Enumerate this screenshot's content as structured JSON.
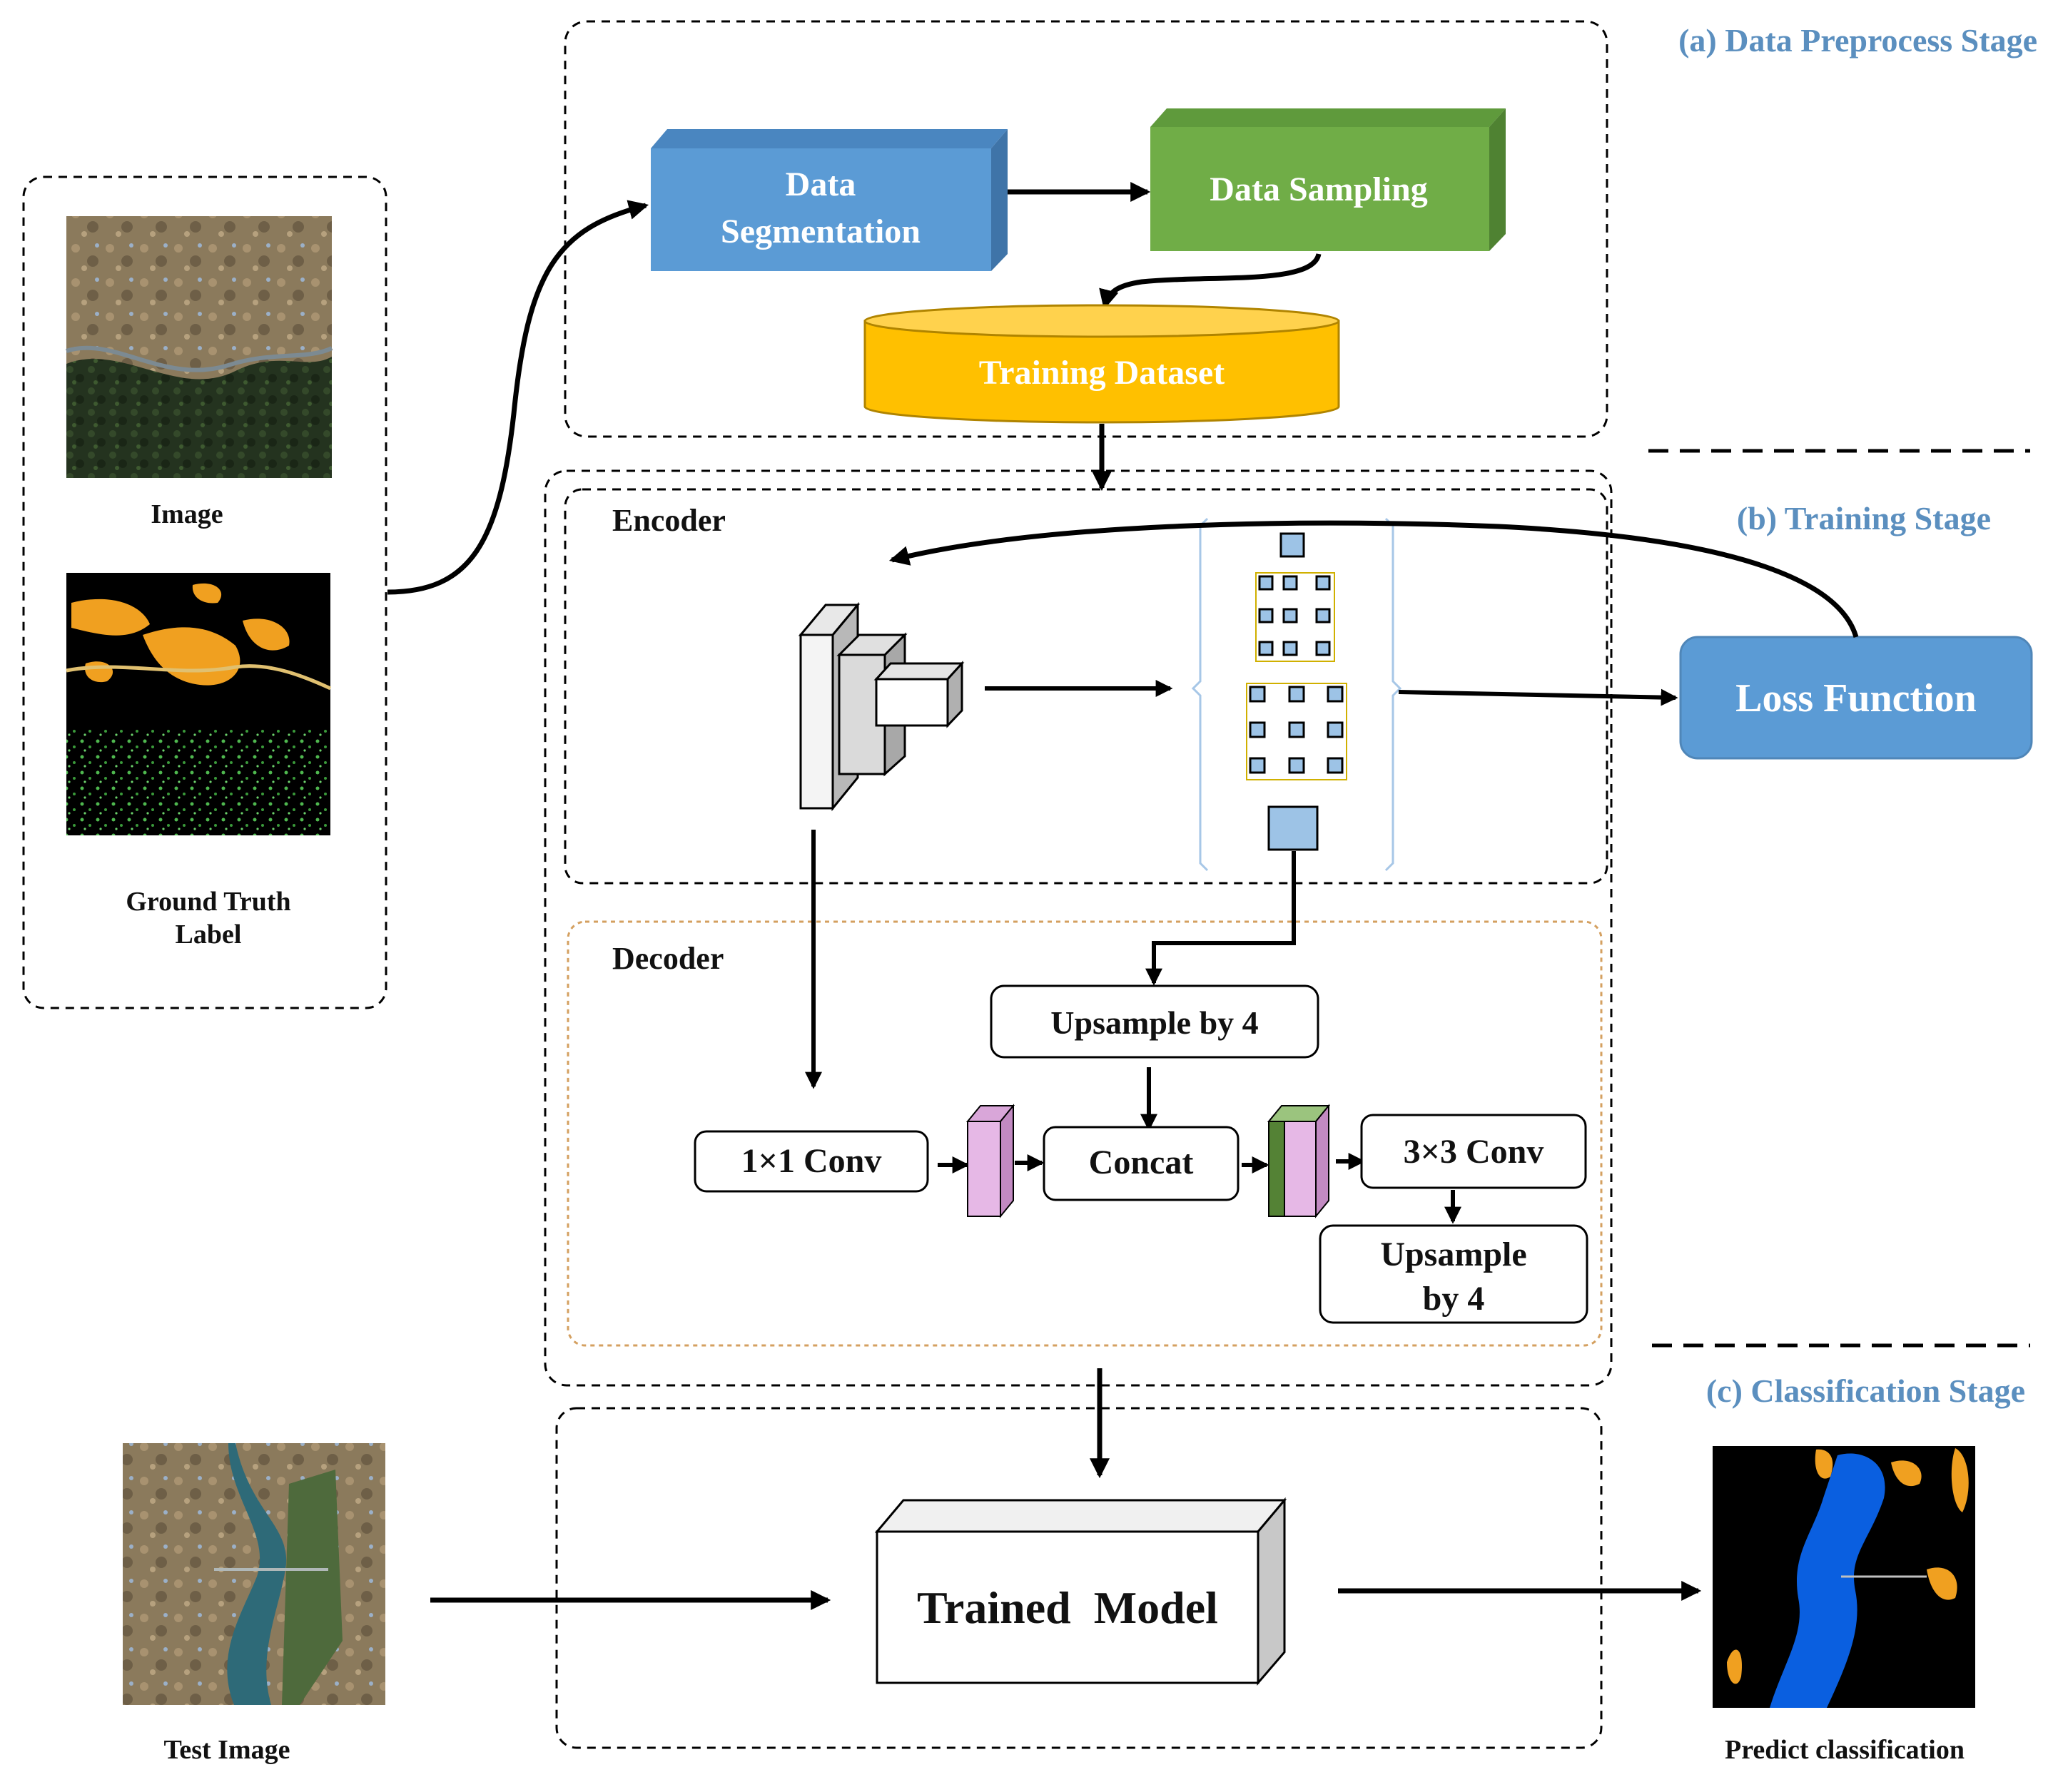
{
  "stages": {
    "preprocess": "(a) Data Preprocess Stage",
    "training": "(b) Training Stage",
    "classification": "(c) Classification Stage"
  },
  "input_panel": {
    "image_caption": "Image",
    "label_caption_line1": "Ground Truth",
    "label_caption_line2": "Label"
  },
  "preprocess": {
    "segmentation_line1": "Data",
    "segmentation_line2": "Segmentation",
    "sampling": "Data Sampling",
    "dataset": "Training Dataset"
  },
  "encoder": {
    "title": "Encoder"
  },
  "loss": {
    "label": "Loss Function"
  },
  "decoder": {
    "title": "Decoder",
    "upsample_top": "Upsample by 4",
    "conv1": "1×1 Conv",
    "concat": "Concat",
    "conv3": "3×3 Conv",
    "upsample_bottom_line1": "Upsample",
    "upsample_bottom_line2": "by 4"
  },
  "classification": {
    "test_caption": "Test  Image",
    "model": "Trained  Model",
    "predict_caption": "Predict classification"
  },
  "colors": {
    "stage_label": "#5b8fbf",
    "segmentation_box": "#5b9bd5",
    "sampling_box": "#70ad47",
    "dataset_cylinder": "#ffc000",
    "loss_box": "#5b9bd5",
    "aspp_square": "#9dc3e6",
    "feature_map_pink": "#e6b8e6",
    "feature_map_green": "#548235",
    "decoder_border": "#d4a060"
  }
}
